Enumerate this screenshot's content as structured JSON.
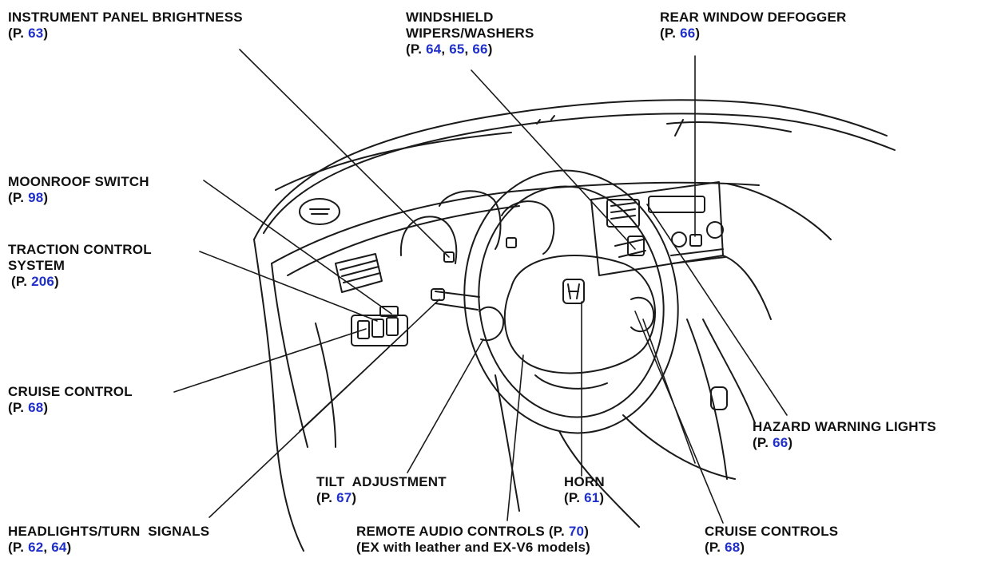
{
  "colors": {
    "text": "#111111",
    "page_link": "#1f2fc9",
    "drawing": "#1a1a1a",
    "background": "#ffffff"
  },
  "callouts": {
    "instrument_panel_brightness": {
      "lines": [
        "INSTRUMENT PANEL BRIGHTNESS"
      ],
      "pages": [
        "63"
      ]
    },
    "windshield_wipers_washers": {
      "lines": [
        "WINDSHIELD",
        "WIPERS/WASHERS"
      ],
      "pages": [
        "64",
        "65",
        "66"
      ]
    },
    "rear_window_defogger": {
      "lines": [
        "REAR WINDOW DEFOGGER"
      ],
      "pages": [
        "66"
      ]
    },
    "moonroof_switch": {
      "lines": [
        "MOONROOF SWITCH"
      ],
      "pages": [
        "98"
      ]
    },
    "traction_control_system": {
      "lines": [
        "TRACTION CONTROL",
        "SYSTEM"
      ],
      "pages": [
        "206"
      ]
    },
    "cruise_control": {
      "lines": [
        "CRUISE CONTROL"
      ],
      "pages": [
        "68"
      ]
    },
    "hazard_warning_lights": {
      "lines": [
        "HAZARD WARNING LIGHTS"
      ],
      "pages": [
        "66"
      ]
    },
    "tilt_adjustment": {
      "lines": [
        "TILT  ADJUSTMENT"
      ],
      "pages": [
        "67"
      ]
    },
    "horn": {
      "lines": [
        "HORN"
      ],
      "pages": [
        "61"
      ]
    },
    "headlights_turn_signals": {
      "lines": [
        "HEADLIGHTS/TURN  SIGNALS"
      ],
      "pages": [
        "62",
        "64"
      ]
    },
    "remote_audio_controls": {
      "lines": [
        "REMOTE AUDIO CONTROLS (P. ",
        "(EX with leather and EX-V6 models)"
      ],
      "pages": [
        "70"
      ],
      "line1_suffix": ")"
    },
    "cruise_controls": {
      "lines": [
        "CRUISE CONTROLS"
      ],
      "pages": [
        "68"
      ]
    }
  },
  "page_prefix": "(P. ",
  "page_suffix": ")",
  "page_separator": ", "
}
